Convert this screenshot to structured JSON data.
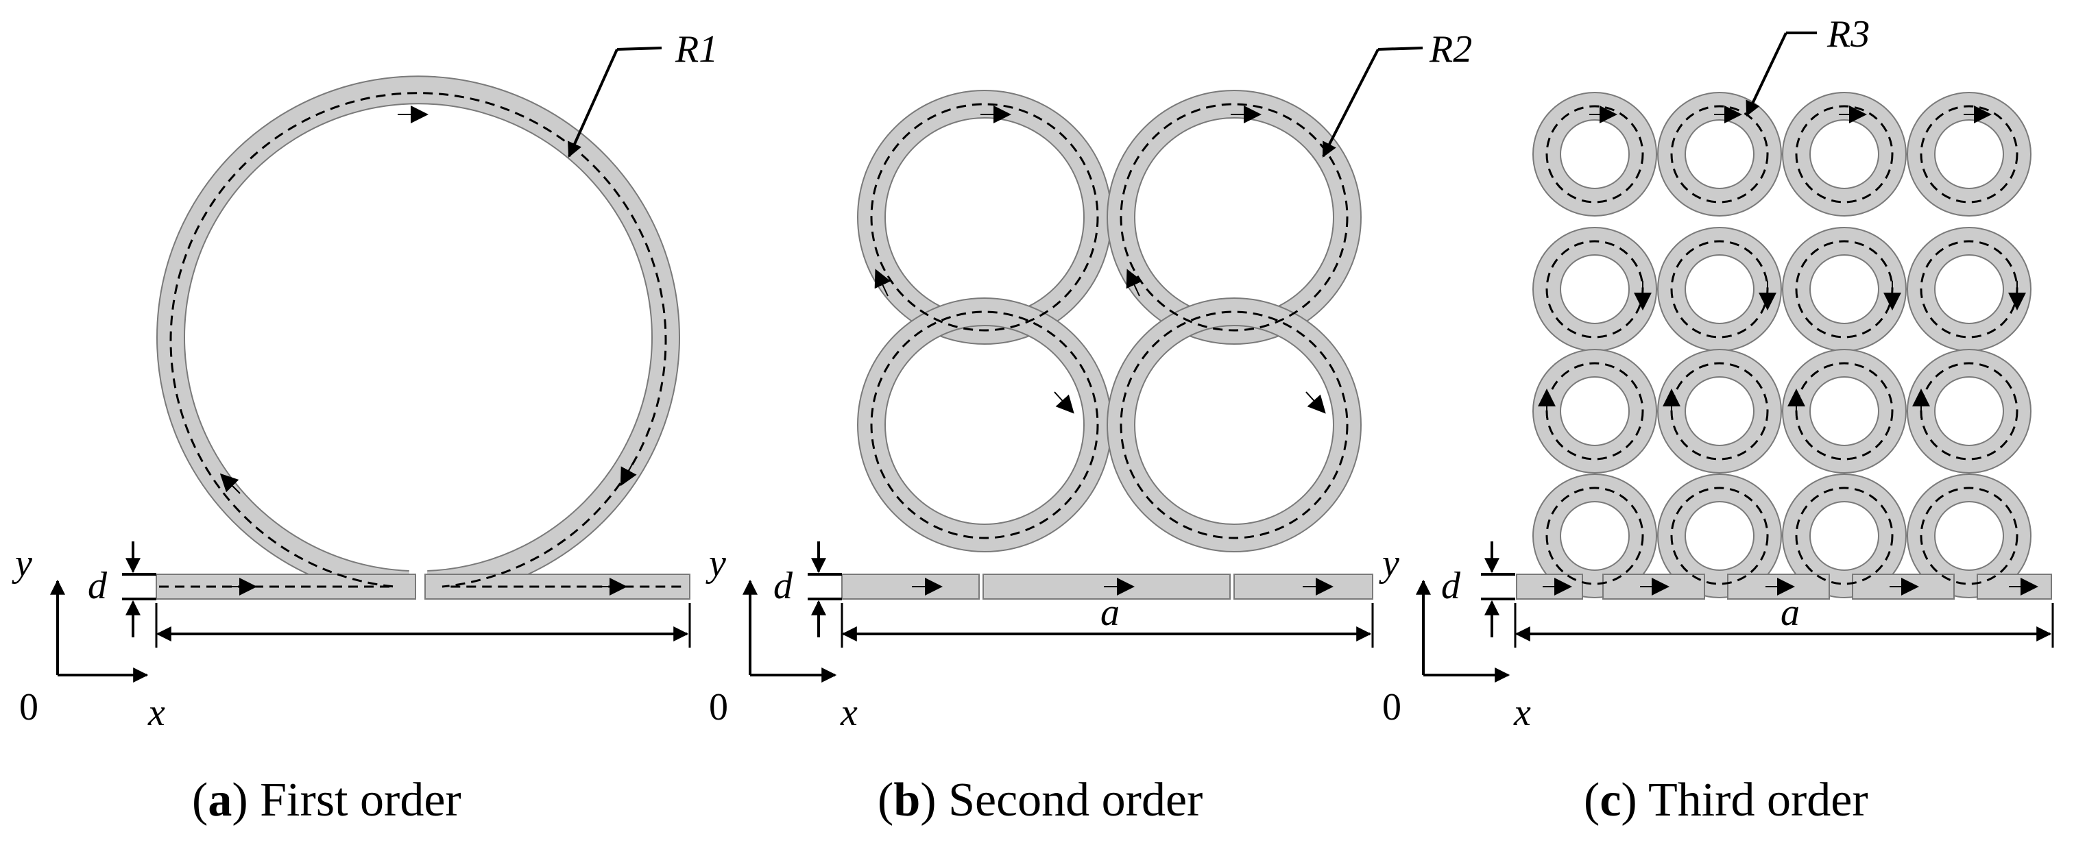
{
  "panels": [
    {
      "id": "a",
      "caption_letter": "a",
      "caption_text": "First order",
      "pointer_label": "R1",
      "thickness_label": "d",
      "width_label": "",
      "axis_y": "y",
      "axis_x": "x",
      "origin": "0"
    },
    {
      "id": "b",
      "caption_letter": "b",
      "caption_text": "Second order",
      "pointer_label": "R2",
      "thickness_label": "d",
      "width_label": "a",
      "axis_y": "y",
      "axis_x": "x",
      "origin": "0"
    },
    {
      "id": "c",
      "caption_letter": "c",
      "caption_text": "Third order",
      "pointer_label": "R3",
      "thickness_label": "d",
      "width_label": "a",
      "axis_y": "y",
      "axis_x": "x",
      "origin": "0"
    }
  ],
  "extra_y_label": "y",
  "colors": {
    "strip_fill": "#cccccc",
    "strip_stroke": "#7a7a7a",
    "current_path": "#000000"
  }
}
